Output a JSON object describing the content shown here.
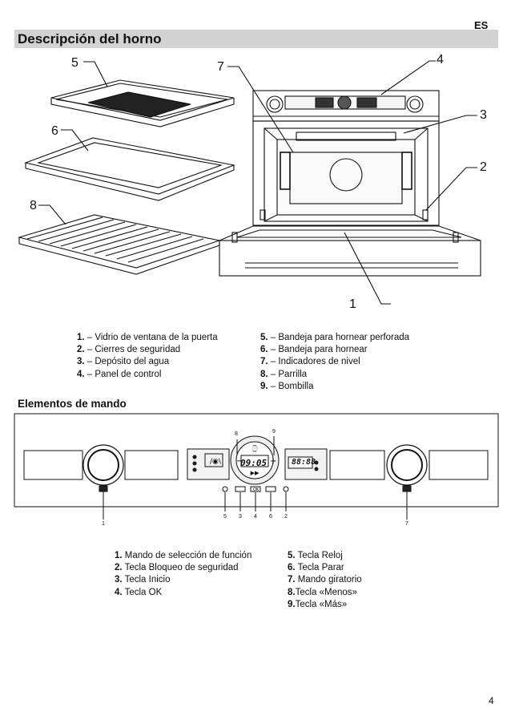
{
  "header": {
    "lang": "ES",
    "title": "Descripción del horno"
  },
  "oven_callouts": [
    "1",
    "2",
    "3",
    "4",
    "5",
    "6",
    "7",
    "8"
  ],
  "oven_legend": {
    "left": [
      {
        "num": "1.",
        "text": " – Vidrio de ventana de la puerta"
      },
      {
        "num": "2.",
        "text": " – Cierres de seguridad"
      },
      {
        "num": "3.",
        "text": " – Depósito del agua"
      },
      {
        "num": "4.",
        "text": " – Panel de control"
      }
    ],
    "right": [
      {
        "num": "5.",
        "text": " – Bandeja para hornear perforada"
      },
      {
        "num": "6.",
        "text": " – Bandeja para hornear"
      },
      {
        "num": "7.",
        "text": " – Indicadores de nivel"
      },
      {
        "num": "8.",
        "text": " – Parrilla"
      },
      {
        "num": "9.",
        "text": " – Bombilla"
      }
    ]
  },
  "controls_title": "Elementos de mando",
  "panel": {
    "display_time": "09:05",
    "clock_time": "88:88",
    "callouts_top": [
      "8",
      "9"
    ],
    "callouts_bottom": [
      "1",
      "5",
      "3",
      "4",
      "6",
      "2",
      "7"
    ]
  },
  "controls_legend": {
    "left": [
      {
        "num": "1.",
        "text": " Mando de selección de función"
      },
      {
        "num": "2.",
        "text": " Tecla Bloqueo de seguridad"
      },
      {
        "num": "3.",
        "text": " Tecla Inicio"
      },
      {
        "num": "4.",
        "text": " Tecla OK"
      }
    ],
    "right": [
      {
        "num": "5.",
        "text": " Tecla Reloj"
      },
      {
        "num": "6.",
        "text": " Tecla Parar"
      },
      {
        "num": "7.",
        "text": " Mando giratorio"
      },
      {
        "num": "8.",
        "text": "Tecla «Menos»"
      },
      {
        "num": "9.",
        "text": "Tecla «Más»"
      }
    ]
  },
  "page_number": "4"
}
